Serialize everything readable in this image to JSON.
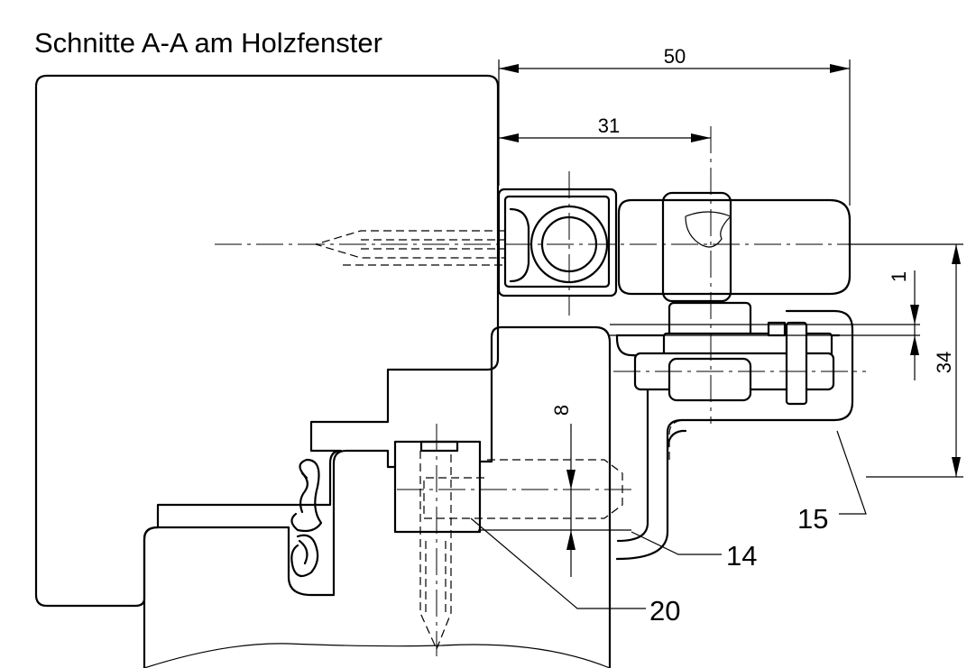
{
  "title": "Schnitte A-A am Holzfenster",
  "dimensions": {
    "overall_width": "50",
    "axis_offset": "31",
    "vertical_height": "34",
    "small_gap": "1",
    "screw_offset": "8"
  },
  "callouts": {
    "part_15": "15",
    "part_14": "14",
    "part_20": "20"
  },
  "colors": {
    "line": "#000000",
    "background": "#ffffff"
  }
}
